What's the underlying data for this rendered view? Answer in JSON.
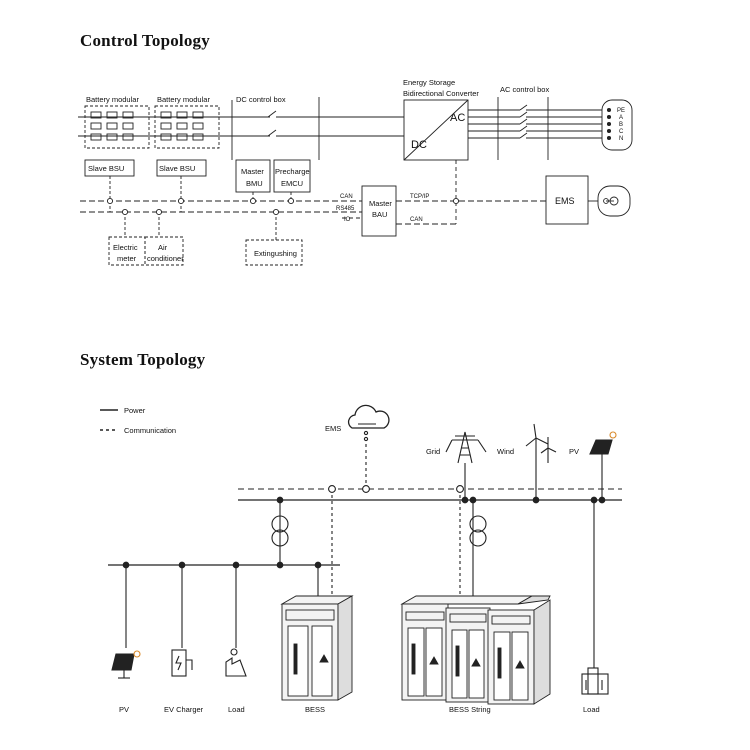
{
  "control_topology": {
    "title": "Control Topology",
    "battery_modular_1": "Battery modular",
    "battery_modular_2": "Battery modular",
    "slave_bsu_1": "Slave BSU",
    "slave_bsu_2": "Slave BSU",
    "dc_control_box": "DC control box",
    "master_bmu": [
      "Master",
      "BMU"
    ],
    "precharge_emcu": [
      "Precharge",
      "EMCU"
    ],
    "converter_title": [
      "Energy Storage",
      "Bidirectional Converter"
    ],
    "converter_ac": "AC",
    "converter_dc": "DC",
    "ac_control_box": "AC control box",
    "phases": [
      "PE",
      "A",
      "B",
      "C",
      "N"
    ],
    "can_1": "CAN",
    "rs485": "RS485",
    "io": "IO",
    "master_bau": [
      "Master",
      "BAU"
    ],
    "tcp_ip": "TCP/IP",
    "can_2": "CAN",
    "ems": "EMS",
    "electric_meter": [
      "Electric",
      "meter"
    ],
    "air_conditioner": [
      "Air",
      "conditioner"
    ],
    "extinguishing": "Extingushing"
  },
  "system_topology": {
    "title": "System Topology",
    "legend_power": "Power",
    "legend_communication": "Communication",
    "ems": "EMS",
    "grid": "Grid",
    "wind": "Wind",
    "pv_top": "PV",
    "bottom_labels": {
      "pv": "PV",
      "ev_charger": "EV Charger",
      "load_1": "Load",
      "bess": "BESS",
      "bess_string": "BESS String",
      "load_2": "Load"
    }
  }
}
